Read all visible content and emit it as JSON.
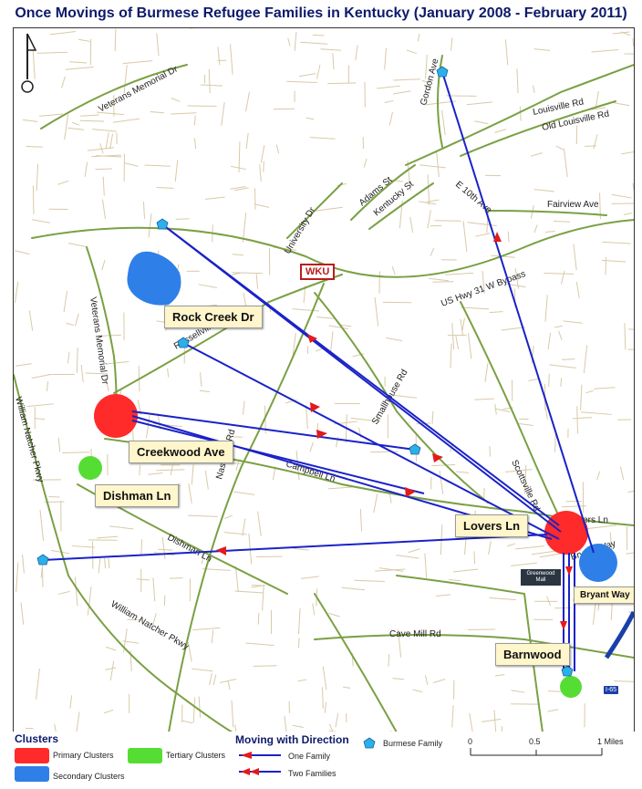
{
  "title": "Once Movings of Burmese Refugee Families in Kentucky (January 2008 - February 2011)",
  "colors": {
    "primary_cluster": "#ff2a2a",
    "secondary_cluster": "#2f7fe8",
    "tertiary_cluster": "#55dd33",
    "family_marker": "#2bb0e8",
    "move_line": "#1a22c8",
    "arrow": "#e41a1a",
    "road_major": "#7aa043",
    "road_minor": "#d9c9a8",
    "title": "#0d1a6b"
  },
  "road_labels": [
    "Veterans Memorial Dr",
    "Gordon Ave",
    "Louisville Rd",
    "Old Louisville Rd",
    "Fairview Ave",
    "Adams St",
    "Kentucky St",
    "E 10th Ave",
    "University Dr",
    "US Hwy 31 W Bypass",
    "Russellville Rd",
    "Smallhouse Rd",
    "Nashville Rd",
    "Campbell Ln",
    "Scottsville Rd",
    "Veterans Memorial Dr",
    "William Natcher Pkwy",
    "Dishman Ln",
    "Lovers Ln",
    "Bryant Way",
    "Cave Mill Rd",
    "William Natcher Pkwy"
  ],
  "landmarks": {
    "logo_text": "WKU",
    "mall_text": "Greenwood Mall",
    "interstate_label": "I-65"
  },
  "callouts": {
    "rock_creek": "Rock Creek Dr",
    "creekwood": "Creekwood Ave",
    "dishman": "Dishman Ln",
    "lovers": "Lovers Ln",
    "bryant": "Bryant Way",
    "barnwood": "Barnwood"
  },
  "legend": {
    "clusters_title": "Clusters",
    "primary": "Primary Clusters",
    "secondary": "Secondary Clusters",
    "tertiary": "Tertiary Clusters",
    "moving_title": "Moving with Direction",
    "one_family": "One Family",
    "two_families": "Two Families",
    "burmese_family": "Burmese Family",
    "scale_ticks": [
      "0",
      "0.5",
      "1 Miles"
    ]
  }
}
